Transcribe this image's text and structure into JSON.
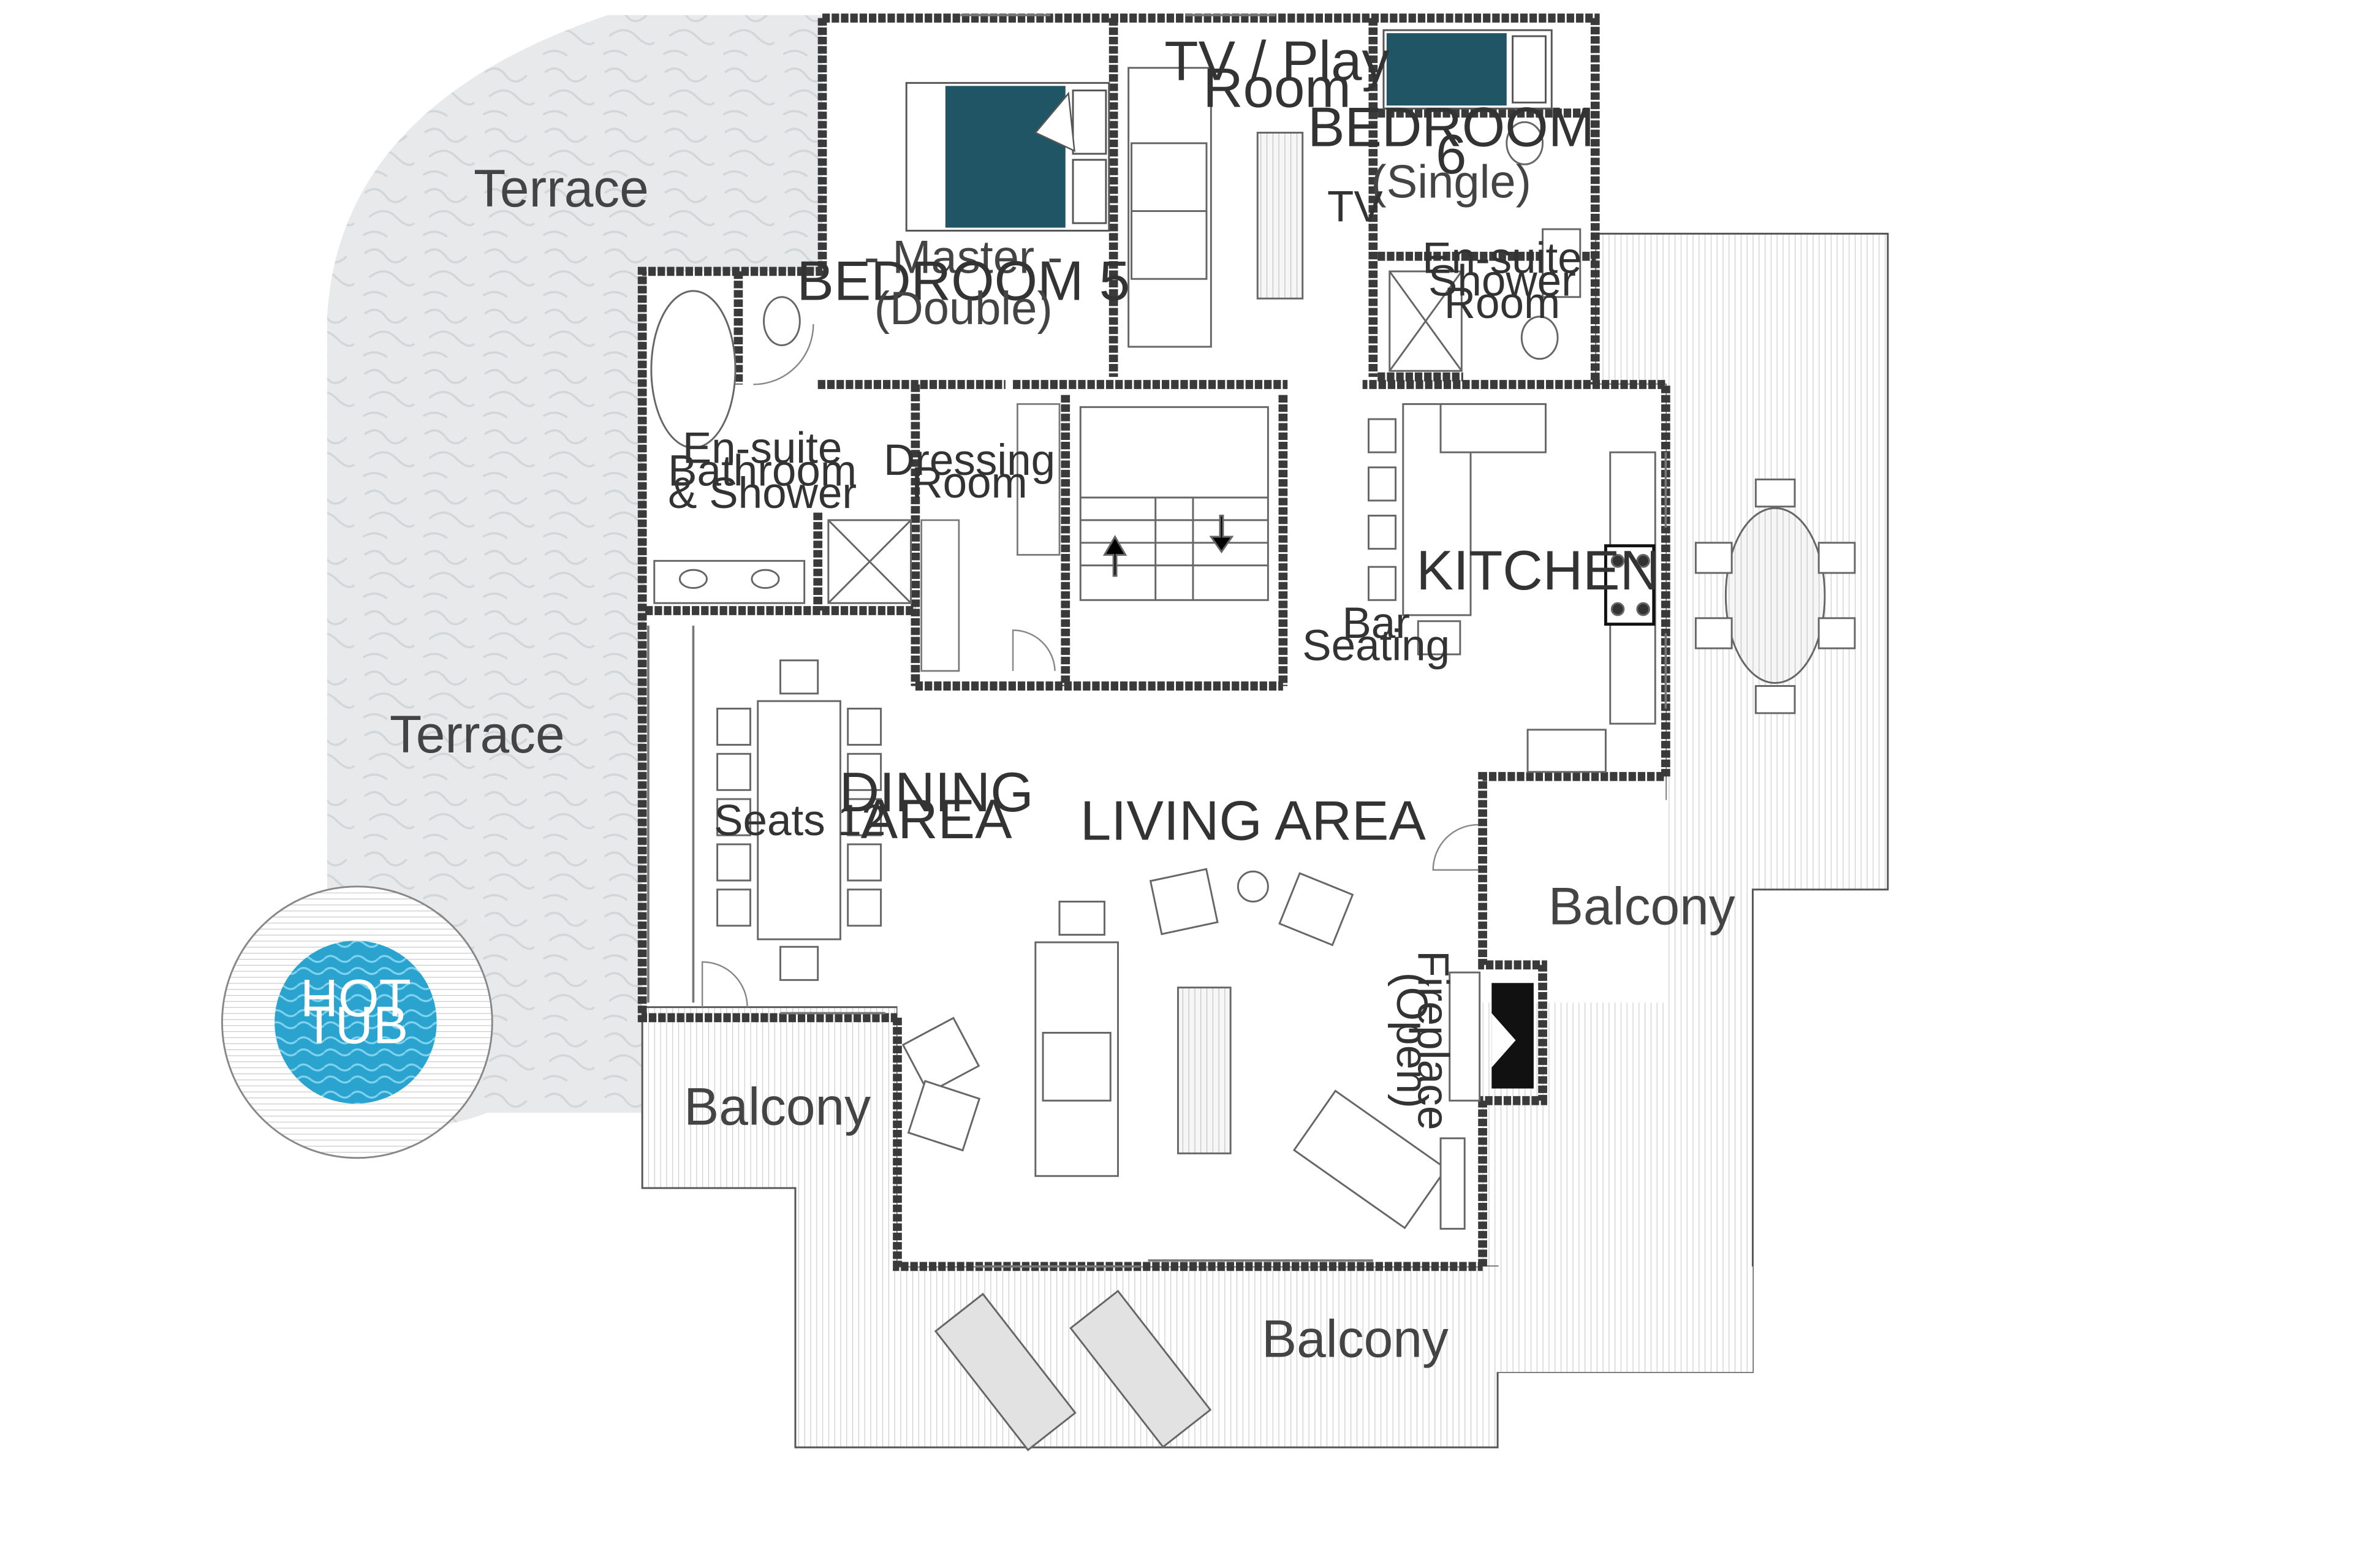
{
  "plan": {
    "rooms": {
      "tv_room": [
        "TV / Play",
        "Room"
      ],
      "bedroom6": {
        "lines": [
          "BEDROOM",
          "6"
        ],
        "note": "(Single)"
      },
      "tv_mark": "TV",
      "master": {
        "prefix": "- Master -",
        "name": "BEDROOM 5",
        "note": "(Double)"
      },
      "ensuite_shower": [
        "En-suite",
        "Shower",
        "Room"
      ],
      "ensuite_bath": [
        "En-suite",
        "Bathroom",
        "& Shower"
      ],
      "dressing": [
        "Dressing",
        "Room"
      ],
      "kitchen": "KITCHEN",
      "bar": [
        "Bar",
        "Seating"
      ],
      "dining": [
        "DINING",
        "AREA"
      ],
      "seats": "Seats 12",
      "living": "LIVING AREA",
      "fireplace": {
        "name": "Fireplace",
        "note": "(Open)"
      }
    },
    "outdoor": {
      "terrace_top": "Terrace",
      "terrace_mid": "Terrace",
      "balcony_right": "Balcony",
      "balcony_left": "Balcony",
      "balcony_bottom": "Balcony",
      "hot_tub": [
        "HOT",
        "TUB"
      ]
    },
    "colors": {
      "wall": "#3a3a3a",
      "bed": "#1f5564",
      "water": "#2aa3cf",
      "terrace": "#e6e8ea",
      "line": "#555555"
    }
  }
}
